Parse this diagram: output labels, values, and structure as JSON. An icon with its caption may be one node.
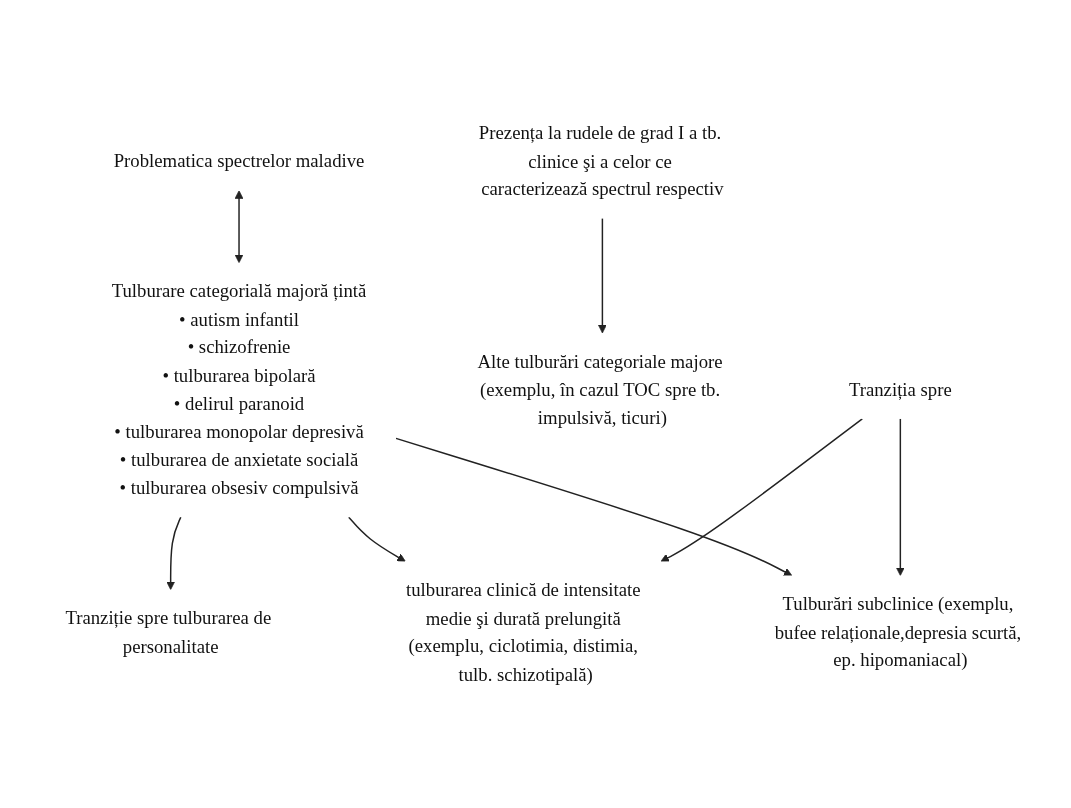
{
  "diagram": {
    "nodes": [
      {
        "text": [
          "Problematica spectrelor maladive"
        ]
      },
      {
        "text": [
          "Prezența la rudele de grad I a tb. clinice şi a celor ce caracterizează spectrul respectiv"
        ]
      },
      {
        "text": [
          "Tulburare categorială majoră țintă",
          "• autism infantil",
          "• schizofrenie",
          "• tulburarea bipolară",
          "• delirul paranoid",
          "• tulburarea monopolar depresivă",
          "• tulburarea de anxietate socială",
          "• tulburarea obsesiv compulsivă"
        ]
      },
      {
        "text": [
          "Tranziție spre tulburarea de personalitate"
        ]
      },
      {
        "text": [
          "tulburarea clinică de intensitate medie şi durată prelungită (exemplu, ciclotimia, distimia, tulb. schizotipală)"
        ]
      },
      {
        "text": [
          "Alte tulburări categoriale majore (exemplu, în cazul TOC spre tb. impulsivă, ticuri)"
        ]
      },
      {
        "text": [
          "Tulburări subclinice (exemplu, bufee relaționale,depresia scurtă, ep. hipomaniacal)"
        ]
      },
      {
        "text": [
          "Tranziția spre"
        ]
      }
    ],
    "edges": [
      {
        "from": 0,
        "to": 2,
        "arrow": "both"
      },
      {
        "from": 2,
        "to": 3,
        "arrow": "to"
      },
      {
        "from": 2,
        "to": 4,
        "arrow": "to"
      },
      {
        "from": 1,
        "to": 5,
        "arrow": "to"
      },
      {
        "from": 2,
        "to": 6,
        "arrow": "to"
      },
      {
        "from": 7,
        "to": 4,
        "arrow": "to"
      },
      {
        "from": 7,
        "to": 6,
        "arrow": "to"
      }
    ]
  }
}
